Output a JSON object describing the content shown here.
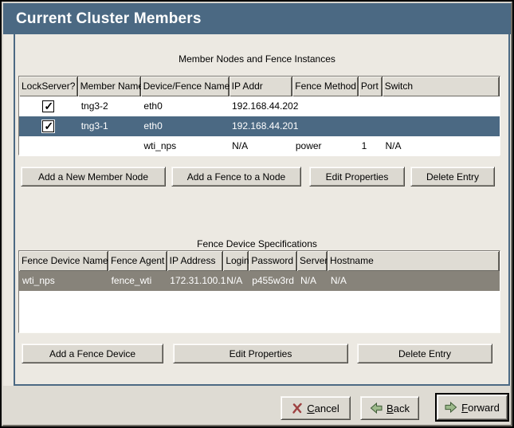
{
  "colors": {
    "titlebar_blue": "#4b6983",
    "selected_row_blue": "#4b6983",
    "unfocused_selected_gray": "#87837a"
  },
  "window": {
    "title": "Current Cluster Members"
  },
  "members_section": {
    "label": "Member Nodes and Fence Instances",
    "columns": [
      "LockServer?",
      "Member Name",
      "Device/Fence Name",
      "IP Addr",
      "Fence Method",
      "Port",
      "Switch"
    ],
    "rows": [
      {
        "lockserver_checked": true,
        "selected": false,
        "cells": [
          "",
          "tng3-2",
          "eth0",
          "192.168.44.202",
          "",
          "",
          ""
        ]
      },
      {
        "lockserver_checked": true,
        "selected": true,
        "cells": [
          "",
          "tng3-1",
          "eth0",
          "192.168.44.201",
          "",
          "",
          ""
        ]
      },
      {
        "lockserver_checked": null,
        "selected": false,
        "cells": [
          "",
          "",
          "wti_nps",
          "N/A",
          "power",
          "1",
          "N/A"
        ]
      }
    ],
    "buttons": [
      "Add a New Member Node",
      "Add a Fence to a Node",
      "Edit Properties",
      "Delete Entry"
    ]
  },
  "fence_section": {
    "label": "Fence Device Specifications",
    "columns": [
      "Fence Device Name",
      "Fence Agent",
      "IP Address",
      "Login",
      "Password",
      "Server",
      "Hostname"
    ],
    "rows": [
      {
        "selected": true,
        "cells": [
          "wti_nps",
          "fence_wti",
          "172.31.100.1",
          "N/A",
          "p455w3rd",
          "N/A",
          "N/A"
        ]
      }
    ],
    "buttons": [
      "Add a Fence Device",
      "Edit Properties",
      "Delete Entry"
    ]
  },
  "action_bar": {
    "cancel_accel": "C",
    "cancel_rest": "ancel",
    "back_accel": "B",
    "back_rest": "ack",
    "forward_accel": "F",
    "forward_rest": "orward"
  }
}
